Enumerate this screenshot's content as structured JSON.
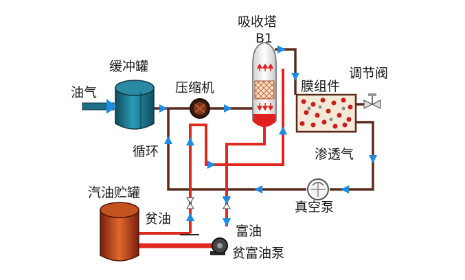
{
  "labels": {
    "oil_gas": "油气",
    "buffer_tank": "缓冲罐",
    "compressor": "压缩机",
    "absorber": "吸收塔",
    "absorber_id": "B1",
    "membrane": "膜组件",
    "valve": "调节阀",
    "permeate": "渗透气",
    "vacuum_pump": "真空泵",
    "circulation": "循环",
    "gasoline_tank": "汽油贮罐",
    "lean_oil": "贫油",
    "rich_oil": "富油",
    "oil_pump": "贫富油泵"
  },
  "colors": {
    "gas_line": "#5a2a1a",
    "oil_line": "#e0281e",
    "arrow": "#1e8ce0",
    "buffer_tank": "#1d6f86",
    "gasoline_tank": "#b8461e",
    "membrane_fill": "#f4e8d6",
    "absorber_body": "#f2f2f2",
    "absorber_liquid": "#e02020"
  },
  "icons": [
    "compressor-icon",
    "vacuum-pump-icon",
    "oil-pump-icon",
    "valve-icon",
    "flow-arrow-icon"
  ]
}
